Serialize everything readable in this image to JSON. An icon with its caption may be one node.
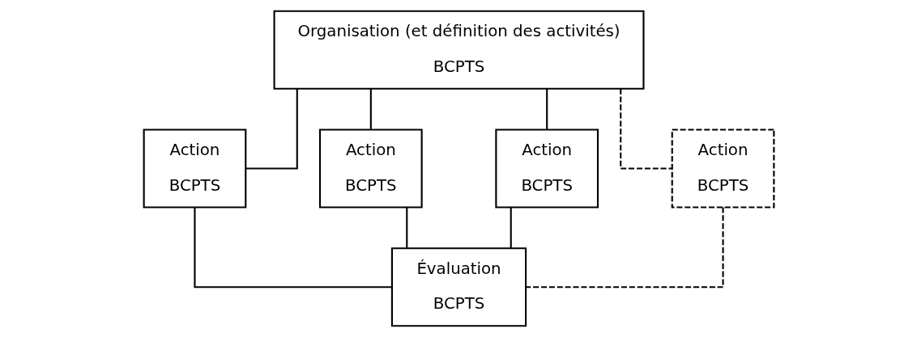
{
  "diagram": {
    "nodes": [
      {
        "text": [
          "Organisation (et définition des activités)",
          "BCPTS"
        ]
      },
      {
        "text": [
          "Action",
          "BCPTS"
        ]
      },
      {
        "text": [
          "Action",
          "BCPTS"
        ]
      },
      {
        "text": [
          "Action",
          "BCPTS"
        ]
      },
      {
        "text": [
          "Action",
          "BCPTS"
        ]
      },
      {
        "text": [
          "Évaluation",
          "BCPTS"
        ]
      }
    ],
    "edges": [
      {
        "from": 0,
        "to": 1,
        "arrow": "none"
      },
      {
        "from": 0,
        "to": 2,
        "arrow": "none"
      },
      {
        "from": 0,
        "to": 3,
        "arrow": "none"
      },
      {
        "from": 0,
        "to": 4,
        "arrow": "none",
        "style": "dashed"
      },
      {
        "from": 1,
        "to": 5,
        "arrow": "none"
      },
      {
        "from": 2,
        "to": 5,
        "arrow": "none"
      },
      {
        "from": 3,
        "to": 5,
        "arrow": "none"
      },
      {
        "from": 4,
        "to": 5,
        "arrow": "none",
        "style": "dashed"
      }
    ]
  }
}
